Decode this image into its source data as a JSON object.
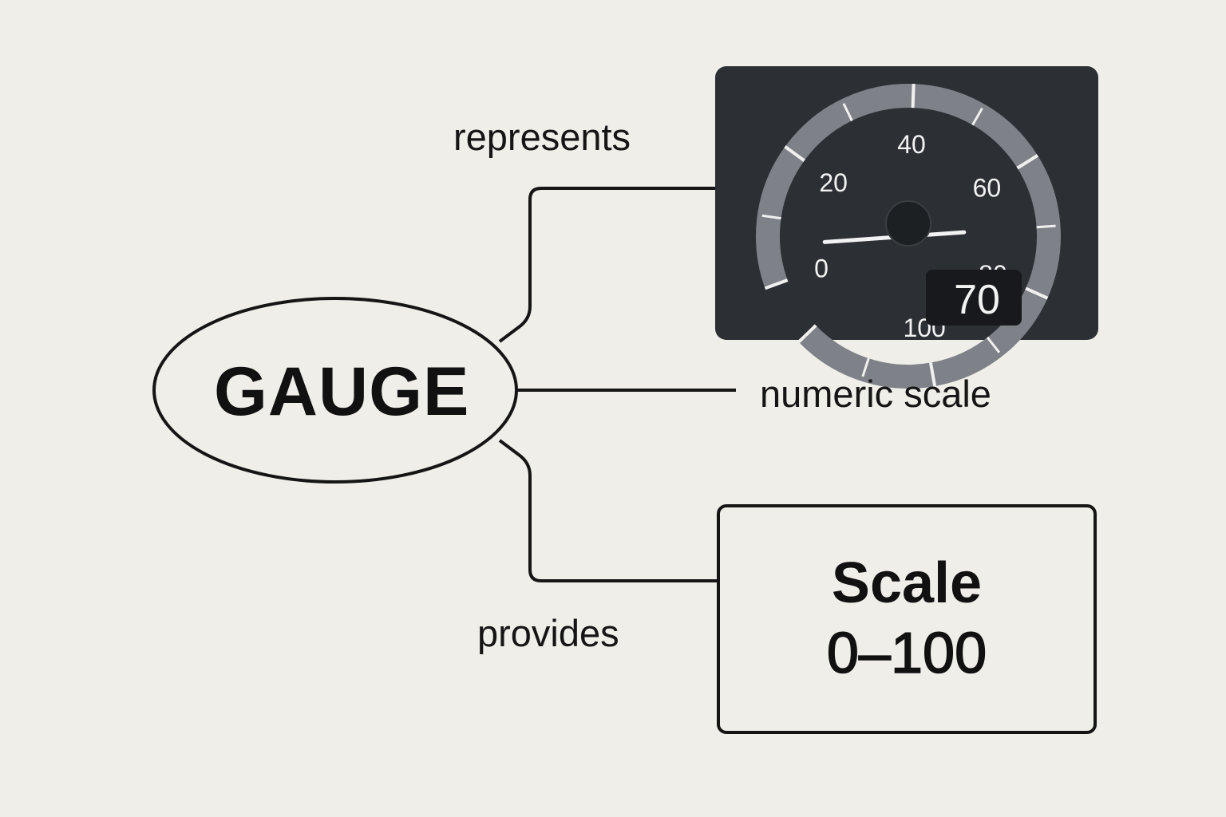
{
  "diagram": {
    "central_node": {
      "label": "GAUGE"
    },
    "edges": {
      "represents": "represents",
      "numeric_scale": "numeric scale",
      "provides": "provides"
    },
    "scale_node": {
      "line1": "Scale",
      "line2": "0–100"
    }
  },
  "gauge": {
    "min": 0,
    "max": 100,
    "tick_labels": [
      "0",
      "20",
      "40",
      "60",
      "80",
      "100"
    ],
    "value": 70,
    "readout": "70",
    "colors": {
      "panel": "#2c3035",
      "arc": "#7e8288",
      "readout_bg": "#17191c",
      "text": "#f2f2f2"
    }
  }
}
